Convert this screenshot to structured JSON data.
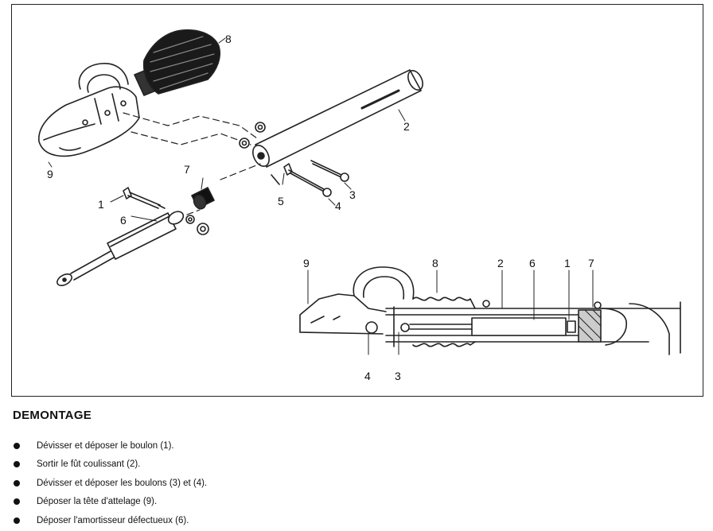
{
  "figure": {
    "callouts_exploded": {
      "p8": "8",
      "p2": "2",
      "p9": "9",
      "p7": "7",
      "p1": "1",
      "p6": "6",
      "p5": "5",
      "p3": "3",
      "p4": "4"
    },
    "callouts_section": {
      "p9": "9",
      "p8": "8",
      "p2": "2",
      "p6": "6",
      "p1": "1",
      "p7": "7",
      "p4": "4",
      "p3": "3"
    }
  },
  "section": {
    "title": "DEMONTAGE",
    "steps": [
      "Dévisser et déposer le boulon (1).",
      "Sortir le fût coulissant (2).",
      "Dévisser et déposer les boulons (3) et (4).",
      "Déposer la tête d'attelage (9).",
      "Déposer l'amortisseur défectueux (6)."
    ]
  }
}
